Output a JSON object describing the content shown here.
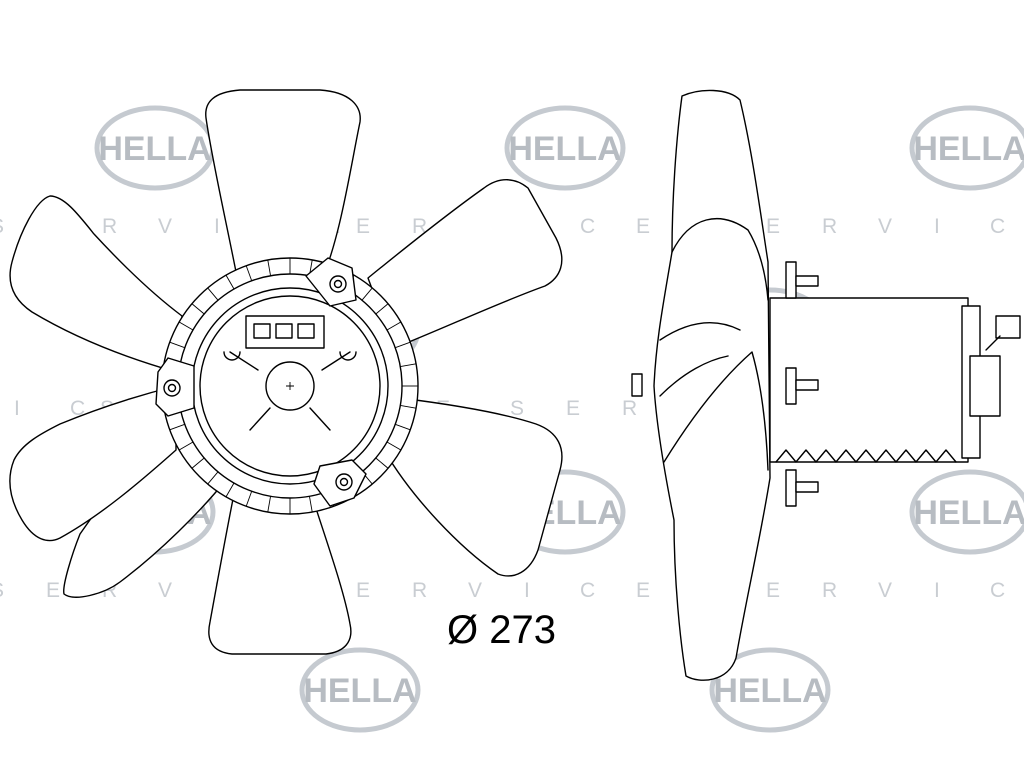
{
  "watermark": {
    "brand": "HELLA",
    "service_letters": [
      "S",
      "E",
      "R",
      "V",
      "I",
      "C",
      "E"
    ]
  },
  "drawing": {
    "views": [
      "front-view",
      "side-view"
    ],
    "diameter_label": "Ø 273"
  }
}
